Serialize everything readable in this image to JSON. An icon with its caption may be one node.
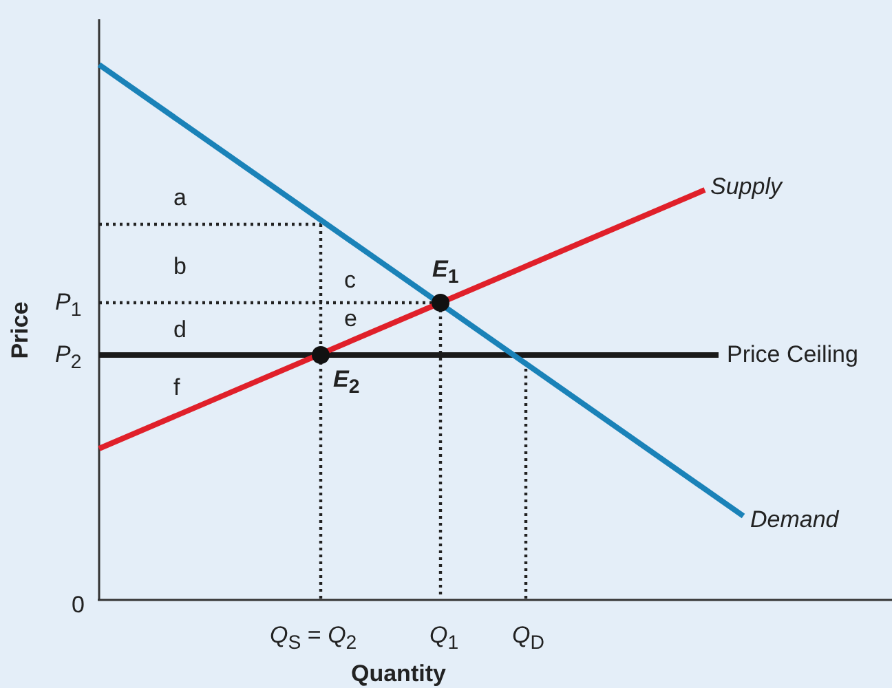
{
  "diagram": {
    "labels": [
      "*Supply*",
      "a",
      "b",
      "*E*$_{1}$",
      "c",
      "*P*$_{1}$",
      "e",
      "d",
      "*P*$_{2}$",
      "Price Ceiling",
      "f",
      "*E*$_{2}$",
      "*Demand*",
      "0",
      "*Q*$_{S}$ = *Q*$_{2}$",
      "*Q*$_{1}$",
      "*Q*$_{D}$",
      "Price",
      "Quantity"
    ]
  }
}
